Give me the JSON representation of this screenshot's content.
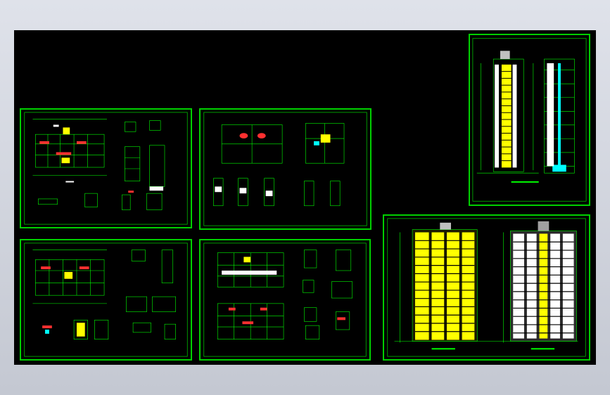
{
  "drawing": {
    "background": "#000000",
    "frame_color": "#00d000",
    "line_colors": [
      "#00ff00",
      "#ffffff",
      "#ffff00",
      "#ff3333",
      "#00ffff",
      "#ff00ff"
    ],
    "sheets": [
      {
        "id": "floor-plan-a",
        "kind": "floor plan with details"
      },
      {
        "id": "roof-plan",
        "kind": "roof plan with details"
      },
      {
        "id": "floor-plan-b",
        "kind": "floor plan with details"
      },
      {
        "id": "floor-plans-c",
        "kind": "two floor plans with details"
      },
      {
        "id": "side-elevations",
        "kind": "side elevation and section"
      },
      {
        "id": "front-elevations",
        "kind": "front and rear elevations"
      }
    ]
  }
}
